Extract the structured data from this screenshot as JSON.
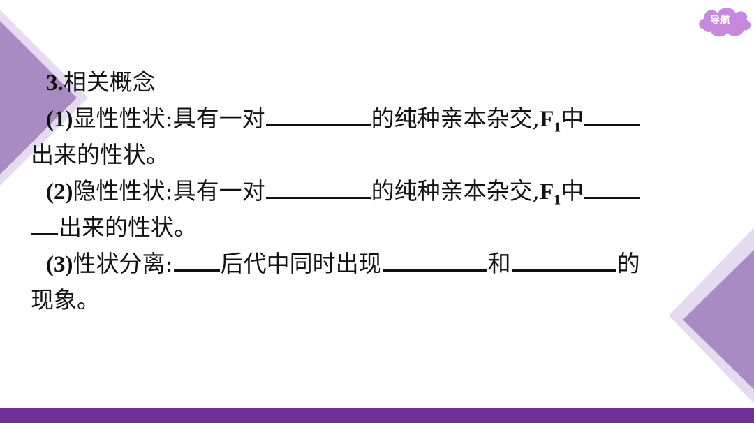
{
  "nav": {
    "label": "导航"
  },
  "colors": {
    "accent": "#6e3099",
    "light_purple": "#e6daf0",
    "mid_purple": "#a98bc4",
    "nav_cloud": "#c889dc"
  },
  "content": {
    "heading_num": "3.",
    "heading": "相关概念",
    "item1": {
      "num": "(1)",
      "term": "显性性状:",
      "text_a": "具有一对",
      "text_b": "的纯种亲本杂交,",
      "f_letter": "F",
      "f_sub": "1",
      "text_c": "中",
      "text_d": "出来的性状。"
    },
    "item2": {
      "num": "(2)",
      "term": "隐性性状:",
      "text_a": "具有一对",
      "text_b": "的纯种亲本杂交,",
      "f_letter": "F",
      "f_sub": "1",
      "text_c": "中",
      "text_d": "出来的性状。"
    },
    "item3": {
      "num": "(3)",
      "term": "性状分离:",
      "text_a": "后代中同时出现",
      "text_b": "和",
      "text_c": "的",
      "text_d": "现象。"
    }
  }
}
